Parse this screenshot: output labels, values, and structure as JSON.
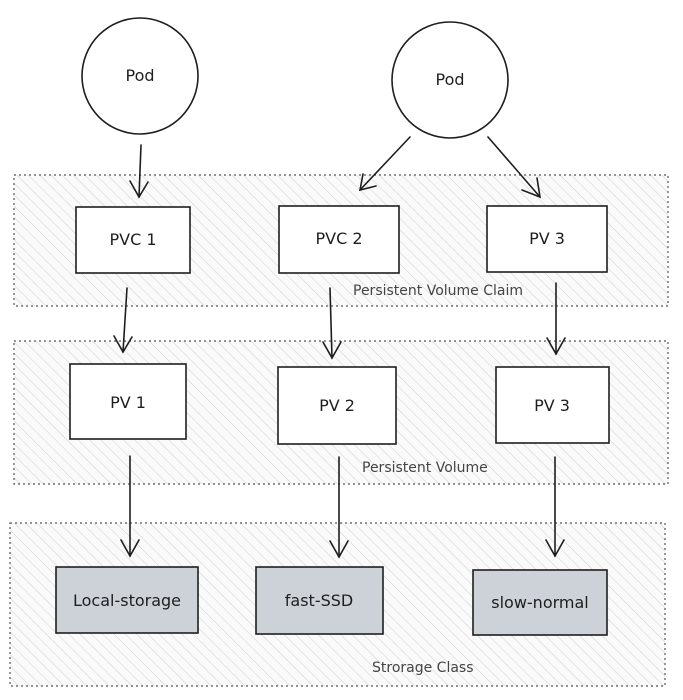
{
  "diagram": {
    "pods": {
      "pod1": "Pod",
      "pod2": "Pod"
    },
    "claims": {
      "pvc1": "PVC 1",
      "pvc2": "PVC 2",
      "pv3": "PV 3"
    },
    "volumes": {
      "pv1": "PV 1",
      "pv2": "PV 2",
      "pv3": "PV 3"
    },
    "storage_classes": {
      "local": "Local-storage",
      "fast": "fast-SSD",
      "slow": "slow-normal"
    },
    "layers": {
      "claim": "Persistent Volume Claim",
      "volume": "Persistent Volume",
      "storage_class": "Strorage Class"
    },
    "colors": {
      "stroke": "#1e1e1e",
      "layer_fill": "#e9e9e9",
      "storage_fill": "#cdd1d8"
    }
  }
}
